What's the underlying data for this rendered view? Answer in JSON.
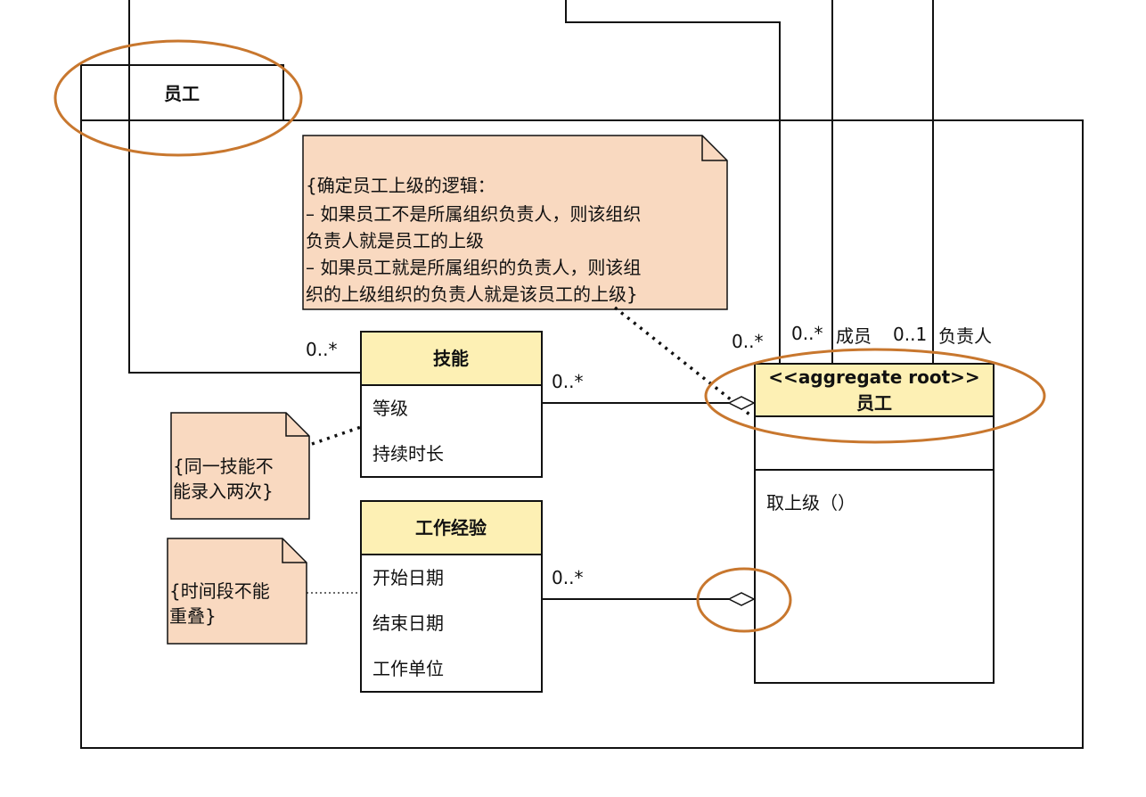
{
  "package": {
    "name": "员工"
  },
  "classes": {
    "skill": {
      "name": "技能",
      "attributes": [
        "等级",
        "持续时长"
      ]
    },
    "experience": {
      "name": "工作经验",
      "attributes": [
        "开始日期",
        "结束日期",
        "工作单位"
      ]
    },
    "employee": {
      "stereotype": "<<aggregate root>>",
      "name": "员工",
      "operations": [
        "取上级（）"
      ]
    }
  },
  "notes": {
    "superior_logic": [
      "{确定员工上级的逻辑：",
      "– 如果员工不是所属组织负责人，则该组织",
      "负责人就是员工的上级",
      "– 如果员工就是所属组织的负责人，则该组",
      "织的上级组织的负责人就是该员工的上级}"
    ],
    "skill_rule": [
      "{同一技能不",
      "能录入两次}"
    ],
    "period_rule": [
      "{时间段不能",
      "重叠}"
    ]
  },
  "multiplicities": {
    "skill_left": "0..*",
    "skill_right": "0..*",
    "experience_right": "0..*",
    "employee_top": "0..*",
    "member_mult": "0..*",
    "member_role": "成员",
    "leader_mult": "0..1",
    "leader_role": "负责人"
  },
  "colors": {
    "class_header": "#fdf0b4",
    "note_fill": "#f9d9c0",
    "highlight": "#c8772e",
    "line": "#111111"
  }
}
